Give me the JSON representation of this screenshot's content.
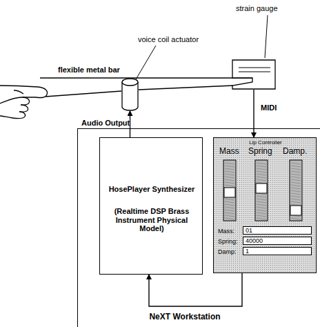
{
  "diagram": {
    "nodes": [
      {
        "text": [
          "voice coil actuator"
        ]
      },
      {
        "text": [
          "strain gauge"
        ]
      },
      {
        "text": [
          "NeXT Workstation"
        ]
      },
      {
        "text": [
          "HosePlayer Synthesizer",
          "(Realtime DSP Brass Instrument Physical Model)"
        ],
        "in": 2
      },
      {
        "text": [
          "Lip Controller",
          "Mass",
          "Spring",
          "Damp.",
          "Mass:",
          "01",
          "Spring:",
          "40000",
          "Damp:",
          "1"
        ],
        "in": 2
      }
    ],
    "edges": [
      {
        "from": 3,
        "to": 0,
        "arrow": "to",
        "label": "Audio Output"
      },
      {
        "from": 1,
        "to": 4,
        "arrow": "to",
        "label": "MIDI"
      },
      {
        "from": 4,
        "to": 3,
        "arrow": "to"
      }
    ],
    "labels": [
      "flexible metal bar"
    ]
  }
}
